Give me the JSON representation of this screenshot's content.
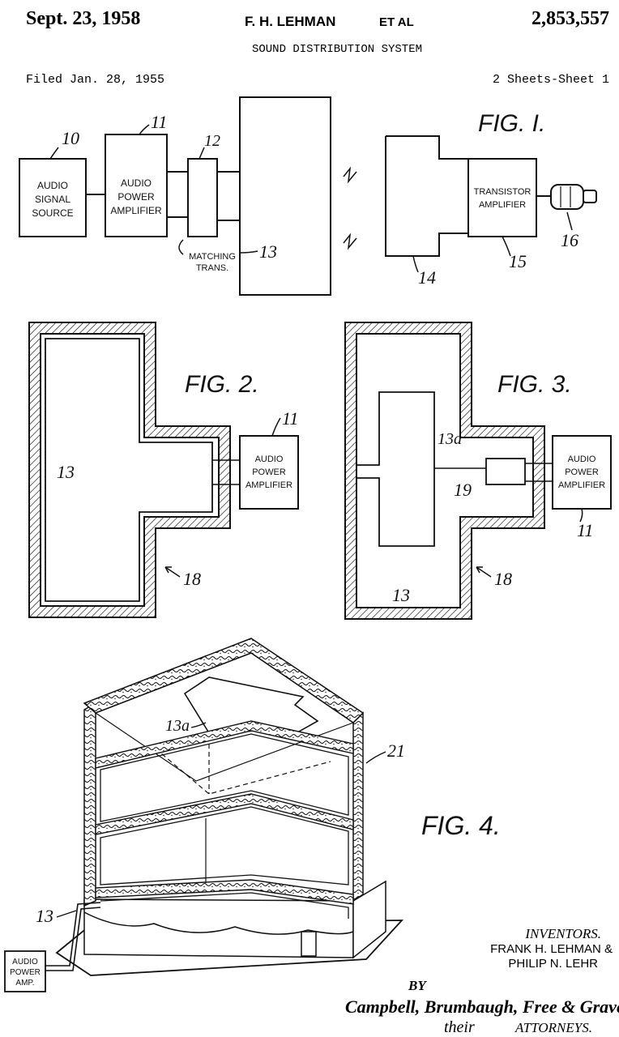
{
  "header": {
    "date": "Sept. 23, 1958",
    "inventor_line": "F. H. LEHMAN",
    "et_al": "ET AL",
    "patent_number": "2,853,557",
    "title": "SOUND DISTRIBUTION SYSTEM",
    "filed": "Filed Jan. 28, 1955",
    "sheets": "2 Sheets-Sheet 1"
  },
  "fig1": {
    "label": "FIG. I.",
    "source_lines": [
      "AUDIO",
      "SIGNAL",
      "SOURCE"
    ],
    "amp_lines": [
      "AUDIO",
      "POWER",
      "AMPLIFIER"
    ],
    "match_lines": [
      "MATCHING",
      "TRANS."
    ],
    "trans_lines": [
      "TRANSISTOR",
      "AMPLIFIER"
    ],
    "ref_10": "10",
    "ref_11": "11",
    "ref_12": "12",
    "ref_13": "13",
    "ref_14": "14",
    "ref_15": "15",
    "ref_16": "16"
  },
  "fig2": {
    "label": "FIG. 2.",
    "amp_lines": [
      "AUDIO",
      "POWER",
      "AMPLIFIER"
    ],
    "ref_11": "11",
    "ref_13": "13",
    "ref_18": "18"
  },
  "fig3": {
    "label": "FIG. 3.",
    "amp_lines": [
      "AUDIO",
      "POWER",
      "AMPLIFIER"
    ],
    "ref_13a": "13a",
    "ref_19": "19",
    "ref_13": "13",
    "ref_18": "18",
    "ref_11": "11"
  },
  "fig4": {
    "label": "FIG. 4.",
    "amp_lines": [
      "AUDIO",
      "POWER",
      "AMP."
    ],
    "ref_13a": "13a",
    "ref_21": "21",
    "ref_13": "13"
  },
  "footer": {
    "inventors_heading": "INVENTORS.",
    "inventor_1": "FRANK H. LEHMAN &",
    "inventor_2": "PHILIP N. LEHR",
    "by": "BY",
    "signature": "Campbell, Brumbaugh, Free & Graves",
    "their": "their",
    "attorneys": "ATTORNEYS."
  }
}
